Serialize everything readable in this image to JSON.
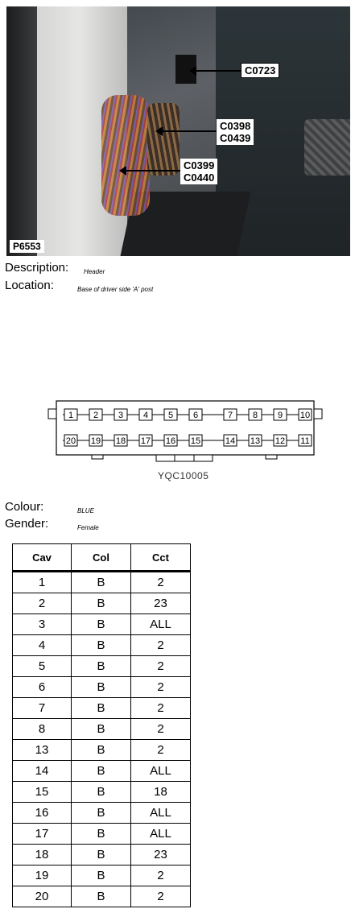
{
  "photo": {
    "reference": "P6553",
    "callouts": [
      {
        "lines": [
          "C0723"
        ]
      },
      {
        "lines": [
          "C0398",
          "C0439"
        ]
      },
      {
        "lines": [
          "C0399",
          "C0440"
        ]
      }
    ]
  },
  "details": {
    "description_label": "Description:",
    "description_value": "Header",
    "location_label": "Location:",
    "location_value": "Base of driver side 'A' post",
    "colour_label": "Colour:",
    "colour_value": "BLUE",
    "gender_label": "Gender:",
    "gender_value": "Female"
  },
  "diagram": {
    "top_row": [
      "1",
      "2",
      "3",
      "4",
      "5",
      "6",
      "7",
      "8",
      "9",
      "10"
    ],
    "bottom_row": [
      "20",
      "19",
      "18",
      "17",
      "16",
      "15",
      "14",
      "13",
      "12",
      "11"
    ],
    "part_number": "YQC10005"
  },
  "table": {
    "headers": [
      "Cav",
      "Col",
      "Cct"
    ],
    "rows": [
      [
        "1",
        "B",
        "2"
      ],
      [
        "2",
        "B",
        "23"
      ],
      [
        "3",
        "B",
        "ALL"
      ],
      [
        "4",
        "B",
        "2"
      ],
      [
        "5",
        "B",
        "2"
      ],
      [
        "6",
        "B",
        "2"
      ],
      [
        "7",
        "B",
        "2"
      ],
      [
        "8",
        "B",
        "2"
      ],
      [
        "13",
        "B",
        "2"
      ],
      [
        "14",
        "B",
        "ALL"
      ],
      [
        "15",
        "B",
        "18"
      ],
      [
        "16",
        "B",
        "ALL"
      ],
      [
        "17",
        "B",
        "ALL"
      ],
      [
        "18",
        "B",
        "23"
      ],
      [
        "19",
        "B",
        "2"
      ],
      [
        "20",
        "B",
        "2"
      ]
    ]
  }
}
